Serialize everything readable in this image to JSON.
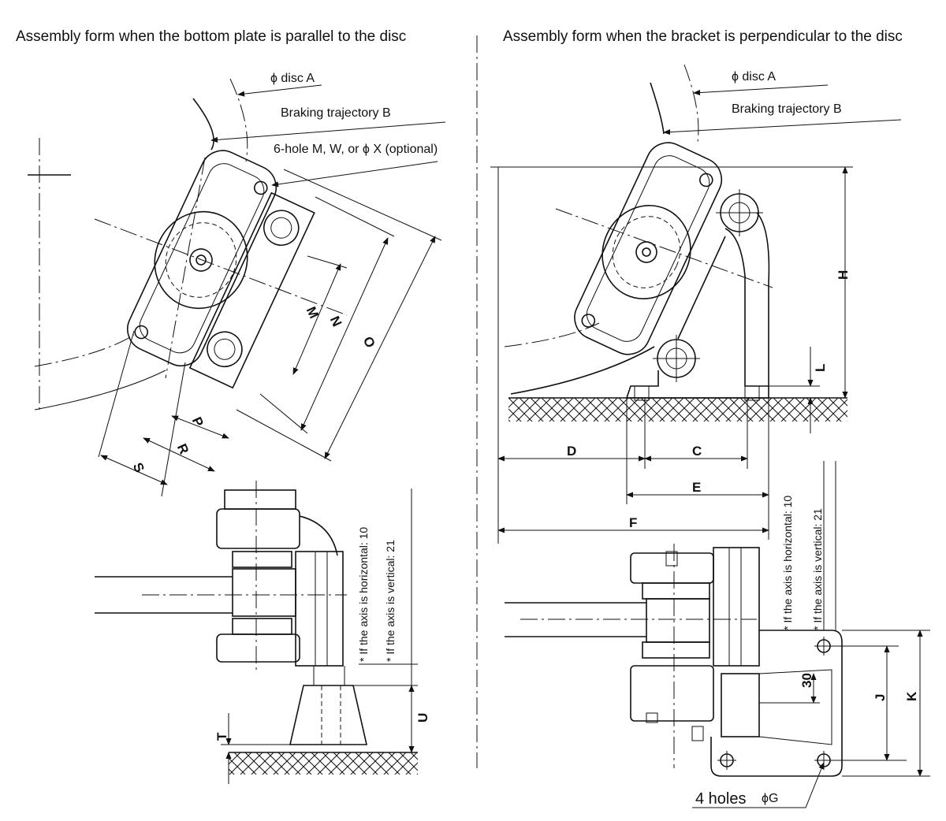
{
  "titles": {
    "left": "Assembly form when the bottom plate is parallel to the disc",
    "right": "Assembly form when the bracket is perpendicular to the disc"
  },
  "callouts": {
    "disc_left": "ϕ disc A",
    "trajectory_left": "Braking trajectory B",
    "holes_note": "6-hole M, W, or ϕ X (optional)",
    "disc_right": "ϕ disc A",
    "trajectory_right": "Braking trajectory B",
    "four_holes": "4 holes",
    "hole_dia": "ϕG"
  },
  "dimensions": {
    "M": "M",
    "N": "N",
    "O": "O",
    "P": "P",
    "R": "R",
    "S": "S",
    "T": "T",
    "U": "U",
    "C": "C",
    "D": "D",
    "E": "E",
    "F": "F",
    "H": "H",
    "L": "L",
    "J": "J",
    "K": "K",
    "thirty": "30"
  },
  "notes": {
    "horizontal_left": "* If the axis is horizontal: 10",
    "vertical_left": "* If the axis is vertical: 21",
    "horizontal_right": "* If the axis is horizontal: 10",
    "vertical_right": "* If the axis is vertical: 21"
  }
}
